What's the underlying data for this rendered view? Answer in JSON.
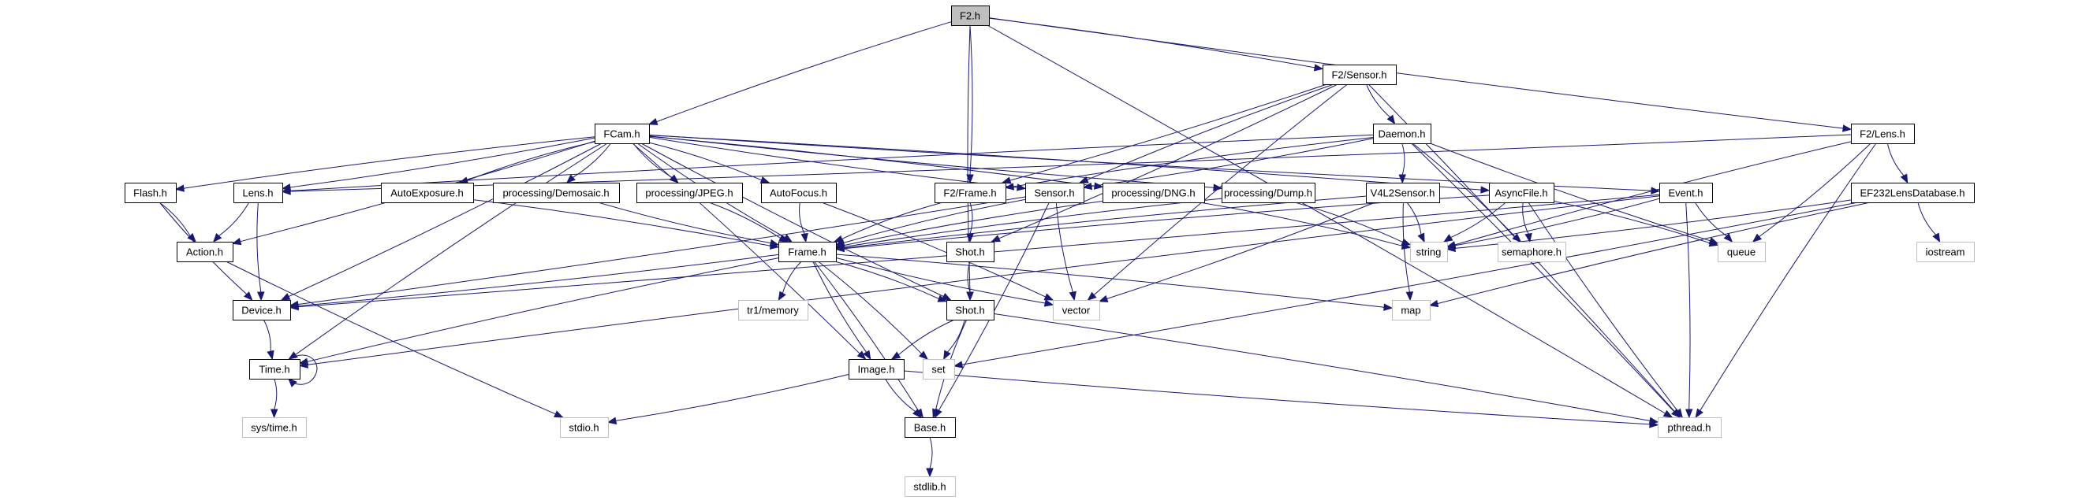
{
  "title": "F2.h include dependency graph",
  "colors": {
    "edge": "#191970",
    "root_fill": "#bfbfbf",
    "internal_border": "#000000",
    "external_border": "#bfbfbf"
  },
  "nodes": [
    {
      "id": "F2.h",
      "label": "F2.h",
      "kind": "root"
    },
    {
      "id": "F2/Sensor.h",
      "label": "F2/Sensor.h",
      "kind": "internal"
    },
    {
      "id": "FCam.h",
      "label": "FCam.h",
      "kind": "internal"
    },
    {
      "id": "Daemon.h",
      "label": "Daemon.h",
      "kind": "internal"
    },
    {
      "id": "F2/Lens.h",
      "label": "F2/Lens.h",
      "kind": "internal"
    },
    {
      "id": "Flash.h",
      "label": "Flash.h",
      "kind": "internal"
    },
    {
      "id": "Lens.h",
      "label": "Lens.h",
      "kind": "internal"
    },
    {
      "id": "AutoExposure.h",
      "label": "AutoExposure.h",
      "kind": "internal"
    },
    {
      "id": "processing/Demosaic.h",
      "label": "processing/Demosaic.h",
      "kind": "internal"
    },
    {
      "id": "processing/JPEG.h",
      "label": "processing/JPEG.h",
      "kind": "internal"
    },
    {
      "id": "AutoFocus.h",
      "label": "AutoFocus.h",
      "kind": "internal"
    },
    {
      "id": "F2/Frame.h",
      "label": "F2/Frame.h",
      "kind": "internal"
    },
    {
      "id": "Sensor.h",
      "label": "Sensor.h",
      "kind": "internal"
    },
    {
      "id": "processing/DNG.h",
      "label": "processing/DNG.h",
      "kind": "internal"
    },
    {
      "id": "processing/Dump.h",
      "label": "processing/Dump.h",
      "kind": "internal"
    },
    {
      "id": "V4L2Sensor.h",
      "label": "V4L2Sensor.h",
      "kind": "internal"
    },
    {
      "id": "AsyncFile.h",
      "label": "AsyncFile.h",
      "kind": "internal"
    },
    {
      "id": "Event.h",
      "label": "Event.h",
      "kind": "internal"
    },
    {
      "id": "EF232LensDatabase.h",
      "label": "EF232LensDatabase.h",
      "kind": "internal"
    },
    {
      "id": "Action.h",
      "label": "Action.h",
      "kind": "internal"
    },
    {
      "id": "Frame.h",
      "label": "Frame.h",
      "kind": "internal"
    },
    {
      "id": "F2/Shot.h",
      "label": "Shot.h",
      "kind": "internal"
    },
    {
      "id": "string",
      "label": "string",
      "kind": "external"
    },
    {
      "id": "semaphore.h",
      "label": "semaphore.h",
      "kind": "external"
    },
    {
      "id": "queue",
      "label": "queue",
      "kind": "external"
    },
    {
      "id": "iostream",
      "label": "iostream",
      "kind": "external"
    },
    {
      "id": "Device.h",
      "label": "Device.h",
      "kind": "internal"
    },
    {
      "id": "tr1/memory",
      "label": "tr1/memory",
      "kind": "external"
    },
    {
      "id": "Shot.h",
      "label": "Shot.h",
      "kind": "internal"
    },
    {
      "id": "vector",
      "label": "vector",
      "kind": "external"
    },
    {
      "id": "map",
      "label": "map",
      "kind": "external"
    },
    {
      "id": "Time.h",
      "label": "Time.h",
      "kind": "internal"
    },
    {
      "id": "Image.h",
      "label": "Image.h",
      "kind": "internal"
    },
    {
      "id": "set",
      "label": "set",
      "kind": "external"
    },
    {
      "id": "sys/time.h",
      "label": "sys/time.h",
      "kind": "external"
    },
    {
      "id": "stdio.h",
      "label": "stdio.h",
      "kind": "external"
    },
    {
      "id": "Base.h",
      "label": "Base.h",
      "kind": "internal"
    },
    {
      "id": "pthread.h",
      "label": "pthread.h",
      "kind": "external"
    },
    {
      "id": "stdlib.h",
      "label": "stdlib.h",
      "kind": "external"
    }
  ],
  "edges": [
    [
      "F2.h",
      "FCam.h"
    ],
    [
      "F2.h",
      "F2/Sensor.h"
    ],
    [
      "F2.h",
      "F2/Lens.h"
    ],
    [
      "F2.h",
      "F2/Frame.h"
    ],
    [
      "F2.h",
      "Shot.h"
    ],
    [
      "F2.h",
      "pthread.h"
    ],
    [
      "F2/Sensor.h",
      "Daemon.h"
    ],
    [
      "F2/Sensor.h",
      "F2/Frame.h"
    ],
    [
      "F2/Sensor.h",
      "Sensor.h"
    ],
    [
      "F2/Sensor.h",
      "F2/Shot.h"
    ],
    [
      "F2/Sensor.h",
      "vector"
    ],
    [
      "F2/Sensor.h",
      "pthread.h"
    ],
    [
      "FCam.h",
      "Flash.h"
    ],
    [
      "FCam.h",
      "Lens.h"
    ],
    [
      "FCam.h",
      "AutoExposure.h"
    ],
    [
      "FCam.h",
      "processing/Demosaic.h"
    ],
    [
      "FCam.h",
      "processing/JPEG.h"
    ],
    [
      "FCam.h",
      "AutoFocus.h"
    ],
    [
      "FCam.h",
      "Sensor.h"
    ],
    [
      "FCam.h",
      "processing/DNG.h"
    ],
    [
      "FCam.h",
      "processing/Dump.h"
    ],
    [
      "FCam.h",
      "AsyncFile.h"
    ],
    [
      "FCam.h",
      "Event.h"
    ],
    [
      "FCam.h",
      "Action.h"
    ],
    [
      "FCam.h",
      "Frame.h"
    ],
    [
      "FCam.h",
      "Device.h"
    ],
    [
      "FCam.h",
      "Time.h"
    ],
    [
      "FCam.h",
      "Image.h"
    ],
    [
      "FCam.h",
      "Shot.h"
    ],
    [
      "Daemon.h",
      "V4L2Sensor.h"
    ],
    [
      "Daemon.h",
      "F2/Frame.h"
    ],
    [
      "Daemon.h",
      "Sensor.h"
    ],
    [
      "Daemon.h",
      "Lens.h"
    ],
    [
      "Daemon.h",
      "semaphore.h"
    ],
    [
      "Daemon.h",
      "queue"
    ],
    [
      "Daemon.h",
      "pthread.h"
    ],
    [
      "F2/Lens.h",
      "EF232LensDatabase.h"
    ],
    [
      "F2/Lens.h",
      "Lens.h"
    ],
    [
      "F2/Lens.h",
      "string"
    ],
    [
      "F2/Lens.h",
      "queue"
    ],
    [
      "F2/Lens.h",
      "pthread.h"
    ],
    [
      "Flash.h",
      "Action.h"
    ],
    [
      "Flash.h",
      "Device.h"
    ],
    [
      "Lens.h",
      "Action.h"
    ],
    [
      "Lens.h",
      "Device.h"
    ],
    [
      "AutoExposure.h",
      "Frame.h"
    ],
    [
      "processing/Demosaic.h",
      "Frame.h"
    ],
    [
      "processing/JPEG.h",
      "Frame.h"
    ],
    [
      "AutoFocus.h",
      "Frame.h"
    ],
    [
      "AutoFocus.h",
      "vector"
    ],
    [
      "F2/Frame.h",
      "Frame.h"
    ],
    [
      "F2/Frame.h",
      "F2/Shot.h"
    ],
    [
      "Sensor.h",
      "Frame.h"
    ],
    [
      "Sensor.h",
      "Device.h"
    ],
    [
      "Sensor.h",
      "vector"
    ],
    [
      "Sensor.h",
      "Base.h"
    ],
    [
      "processing/DNG.h",
      "Frame.h"
    ],
    [
      "processing/DNG.h",
      "string"
    ],
    [
      "processing/Dump.h",
      "Frame.h"
    ],
    [
      "processing/Dump.h",
      "string"
    ],
    [
      "V4L2Sensor.h",
      "Frame.h"
    ],
    [
      "V4L2Sensor.h",
      "string"
    ],
    [
      "V4L2Sensor.h",
      "map"
    ],
    [
      "V4L2Sensor.h",
      "vector"
    ],
    [
      "AsyncFile.h",
      "Frame.h"
    ],
    [
      "AsyncFile.h",
      "string"
    ],
    [
      "AsyncFile.h",
      "semaphore.h"
    ],
    [
      "AsyncFile.h",
      "queue"
    ],
    [
      "AsyncFile.h",
      "pthread.h"
    ],
    [
      "Event.h",
      "string"
    ],
    [
      "Event.h",
      "queue"
    ],
    [
      "Event.h",
      "pthread.h"
    ],
    [
      "Event.h",
      "Time.h"
    ],
    [
      "Event.h",
      "Device.h"
    ],
    [
      "EF232LensDatabase.h",
      "iostream"
    ],
    [
      "EF232LensDatabase.h",
      "string"
    ],
    [
      "EF232LensDatabase.h",
      "map"
    ],
    [
      "EF232LensDatabase.h",
      "set"
    ],
    [
      "Action.h",
      "stdio.h"
    ],
    [
      "Frame.h",
      "Device.h"
    ],
    [
      "Frame.h",
      "tr1/memory"
    ],
    [
      "Frame.h",
      "Shot.h"
    ],
    [
      "Frame.h",
      "vector"
    ],
    [
      "Frame.h",
      "map"
    ],
    [
      "Frame.h",
      "Image.h"
    ],
    [
      "Frame.h",
      "set"
    ],
    [
      "Frame.h",
      "Time.h"
    ],
    [
      "Frame.h",
      "Base.h"
    ],
    [
      "F2/Shot.h",
      "Shot.h"
    ],
    [
      "Device.h",
      "Time.h"
    ],
    [
      "Shot.h",
      "Image.h"
    ],
    [
      "Shot.h",
      "set"
    ],
    [
      "Shot.h",
      "Base.h"
    ],
    [
      "Shot.h",
      "pthread.h"
    ],
    [
      "Time.h",
      "Time.h"
    ],
    [
      "Time.h",
      "sys/time.h"
    ],
    [
      "Image.h",
      "Base.h"
    ],
    [
      "Image.h",
      "stdio.h"
    ],
    [
      "Image.h",
      "pthread.h"
    ],
    [
      "Base.h",
      "stdlib.h"
    ]
  ]
}
